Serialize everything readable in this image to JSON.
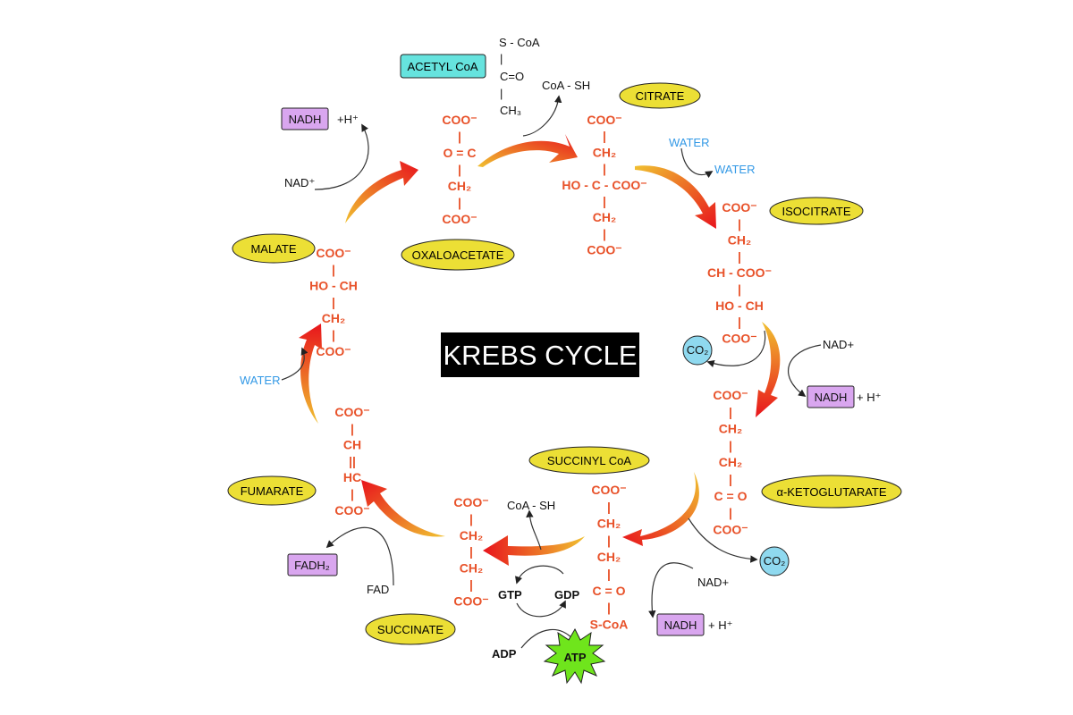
{
  "title": "KREBS CYCLE",
  "colors": {
    "arrow_start": "#f0c030",
    "arrow_end": "#e8141c",
    "oval": "#ecdf35",
    "cofactor": "#d9a6ef",
    "acetyl": "#66e3de",
    "co2": "#8fd9ef",
    "atp": "#6fe51c",
    "chem": "#e8522a",
    "water": "#3399e6"
  },
  "compounds": {
    "acetyl_coa": "ACETYL CoA",
    "citrate": "CITRATE",
    "isocitrate": "ISOCITRATE",
    "alpha_ketoglutarate": "α-KETOGLUTARATE",
    "succinyl_coa": "SUCCINYL CoA",
    "succinate": "SUCCINATE",
    "fumarate": "FUMARATE",
    "malate": "MALATE",
    "oxaloacetate": "OXALOACETATE"
  },
  "acetyl_structure": [
    "S - CoA",
    "|",
    "C=O",
    "|",
    "CH₃"
  ],
  "structures": {
    "oxaloacetate": [
      "COO⁻",
      "|",
      "O = C",
      "|",
      "CH₂",
      "|",
      "COO⁻"
    ],
    "citrate": [
      "COO⁻",
      "|",
      "CH₂",
      "|",
      "HO - C - COO⁻",
      "|",
      "CH₂",
      "|",
      "COO⁻"
    ],
    "isocitrate": [
      "COO⁻",
      "|",
      "CH₂",
      "|",
      "CH - COO⁻",
      "|",
      "HO - CH",
      "|",
      "COO⁻"
    ],
    "alpha_ketoglutarate": [
      "COO⁻",
      "|",
      "CH₂",
      "|",
      "CH₂",
      "|",
      "C = O",
      "|",
      "COO⁻"
    ],
    "succinyl_coa": [
      "COO⁻",
      "|",
      "CH₂",
      "|",
      "CH₂",
      "|",
      "C = O",
      "|",
      "S-CoA"
    ],
    "succinate": [
      "COO⁻",
      "|",
      "CH₂",
      "|",
      "CH₂",
      "|",
      "COO⁻"
    ],
    "fumarate": [
      "COO⁻",
      "|",
      "CH",
      "||",
      "HC",
      "|",
      "COO⁻"
    ],
    "malate": [
      "COO⁻",
      "|",
      "HO - CH",
      "|",
      "CH₂",
      "|",
      "COO⁻"
    ]
  },
  "labels": {
    "nadh": "NADH",
    "h_plus": "+ H⁺",
    "h_plus_top": "+H⁺",
    "nad_plus": "NAD+",
    "nad_plus_sup": "NAD⁺",
    "water": "WATER",
    "co2": "CO₂",
    "coa_sh": "CoA - SH",
    "gtp": "GTP",
    "gdp": "GDP",
    "adp": "ADP",
    "atp": "ATP",
    "fadh2": "FADH₂",
    "fad": "FAD"
  }
}
